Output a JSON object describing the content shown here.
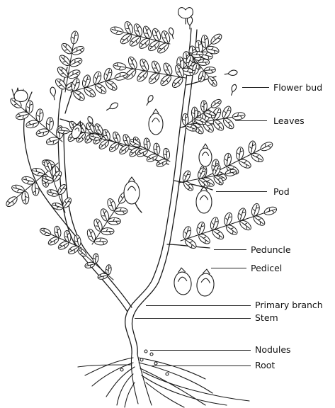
{
  "labels": {
    "flower_bud": "Flower bud",
    "leaves": "Leaves",
    "pod": "Pod",
    "peduncle": "Peduncle",
    "pedicel": "Pedicel",
    "primary_branch": "Primary branch",
    "stem": "Stem",
    "nodules": "Nodules",
    "root": "Root"
  },
  "colors": {
    "ink": "#1a1a1a",
    "paper": "#ffffff",
    "leaf_fill": "#ffffff"
  }
}
